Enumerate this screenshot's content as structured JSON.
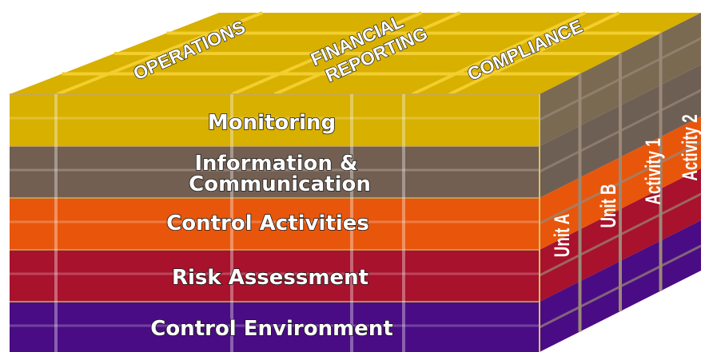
{
  "objectives": [
    "OPERATIONS",
    "FINANCIAL REPORTING",
    "COMPLIANCE"
  ],
  "components": [
    {
      "label_lines": [
        "Monitoring"
      ],
      "face_color": "#d8b000",
      "side_color": "#7a6a52"
    },
    {
      "label_lines": [
        "Information &",
        "Communication"
      ],
      "face_color": "#725f52",
      "side_color": "#6e5f55"
    },
    {
      "label_lines": [
        "Control Activities"
      ],
      "face_color": "#e8560c",
      "side_color": "#e8560c"
    },
    {
      "label_lines": [
        "Risk Assessment"
      ],
      "face_color": "#a8122c",
      "side_color": "#a8122c"
    },
    {
      "label_lines": [
        "Control Environment"
      ],
      "face_color": "#4a0c84",
      "side_color": "#4a0c84"
    }
  ],
  "units": [
    "Unit A",
    "Unit B",
    "Activity 1",
    "Activity 2"
  ],
  "colors": {
    "top": "#d8b000",
    "grid_line": "#f2ce2e",
    "dark_grid": "#9a8878"
  }
}
